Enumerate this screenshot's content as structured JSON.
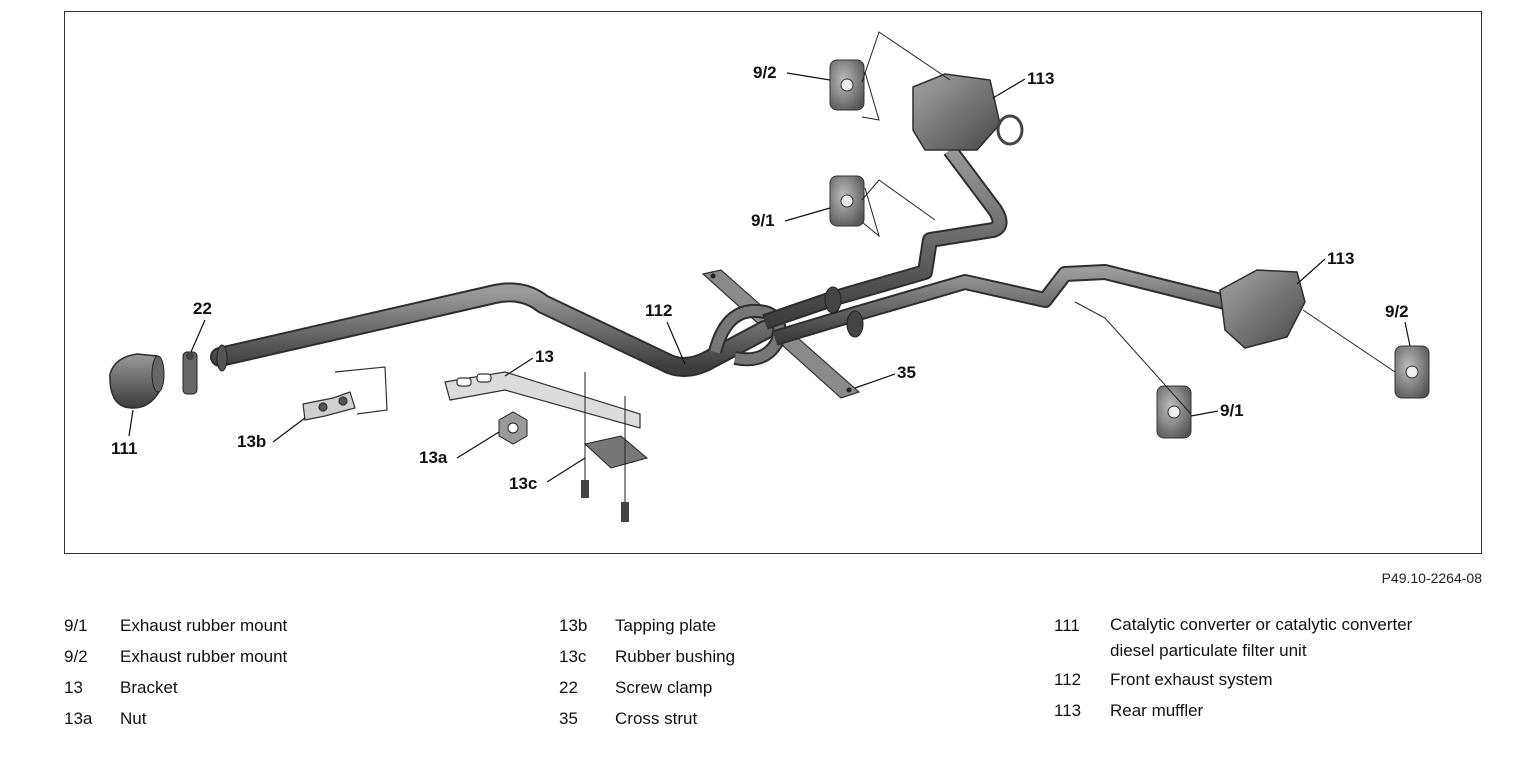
{
  "callouts": {
    "c9_2_top": "9/2",
    "c113_top": "113",
    "c9_1_mid": "9/1",
    "c113_right": "113",
    "c9_2_right": "9/2",
    "c9_1_low": "9/1",
    "c22": "22",
    "c112": "112",
    "c13": "13",
    "c35": "35",
    "c111": "111",
    "c13b": "13b",
    "c13a": "13a",
    "c13c": "13c"
  },
  "figure_id": "P49.10-2264-08",
  "legend": {
    "col1": [
      {
        "num": "9/1",
        "text": "Exhaust rubber mount"
      },
      {
        "num": "9/2",
        "text": "Exhaust rubber mount"
      },
      {
        "num": "13",
        "text": "Bracket"
      },
      {
        "num": "13a",
        "text": "Nut"
      }
    ],
    "col2": [
      {
        "num": "13b",
        "text": "Tapping plate"
      },
      {
        "num": "13c",
        "text": "Rubber bushing"
      },
      {
        "num": "22",
        "text": "Screw clamp"
      },
      {
        "num": "35",
        "text": "Cross strut"
      }
    ],
    "col3": [
      {
        "num": "111",
        "text": "Catalytic converter or catalytic converter",
        "text2": "diesel particulate filter unit"
      },
      {
        "num": "112",
        "text": "Front exhaust system"
      },
      {
        "num": "113",
        "text": "Rear muffler"
      }
    ]
  }
}
